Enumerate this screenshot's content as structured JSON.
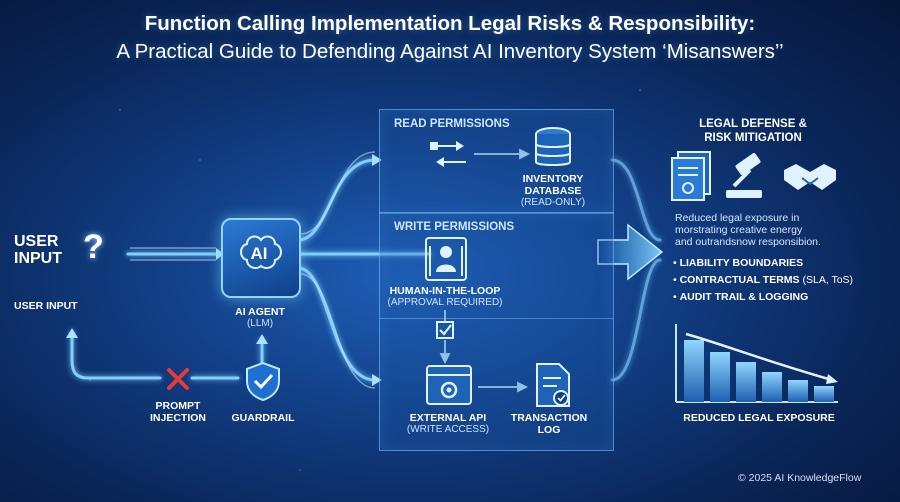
{
  "title_line1": "Function Calling Implementation Legal Risks & Responsibility:",
  "title_line2": "A Practical Guide to Defending Against AI Inventory System ‘Misanswers’’",
  "user_input_icon_text_1": "USER",
  "user_input_icon_text_2": "INPUT",
  "user_input_icon_glyph": "?",
  "user_input_label": "USER INPUT",
  "ai_chip_text": "AI",
  "ai_agent_label": "AI AGENT",
  "ai_agent_sub": "(LLM)",
  "prompt_injection_label_1": "PROMPT",
  "prompt_injection_label_2": "INJECTION",
  "guardrail_label": "GUARDRAIL",
  "read_panel_title": "READ PERMISSIONS",
  "inventory_label_1": "INVENTORY",
  "inventory_label_2": "DATABASE",
  "inventory_sub": "(READ-ONLY)",
  "write_panel_title": "WRITE PERMISSIONS",
  "hitl_label": "HUMAN-IN-THE-LOOP",
  "hitl_sub": "(APPROVAL REQUIRED)",
  "external_api_label": "EXTERNAL API",
  "external_api_sub": "(WRITE ACCESS)",
  "transaction_label_1": "TRANSACTION",
  "transaction_label_2": "LOG",
  "legal_title_1": "LEGAL DEFENSE &",
  "legal_title_2": "RISK MITIGATION",
  "legal_desc_1": "Reduced legal exposure in",
  "legal_desc_2": "morstrating creative energy",
  "legal_desc_3": "and outrandsnow responsibion.",
  "bullet_1": "LIABILITY BOUNDARIES",
  "bullet_2_bold": "CONTRACTUAL TERMS",
  "bullet_2_rest": " (SLA, ToS)",
  "bullet_3": "AUDIT TRAIL & LOGGING",
  "reduced_exposure_label": "REDUCED LEGAL EXPOSURE",
  "footer": "© 2025 AI KnowledgeFlow",
  "colors": {
    "accent": "#7fd0ff",
    "danger": "#e53a3a",
    "panel_border": "#82c8ff"
  }
}
